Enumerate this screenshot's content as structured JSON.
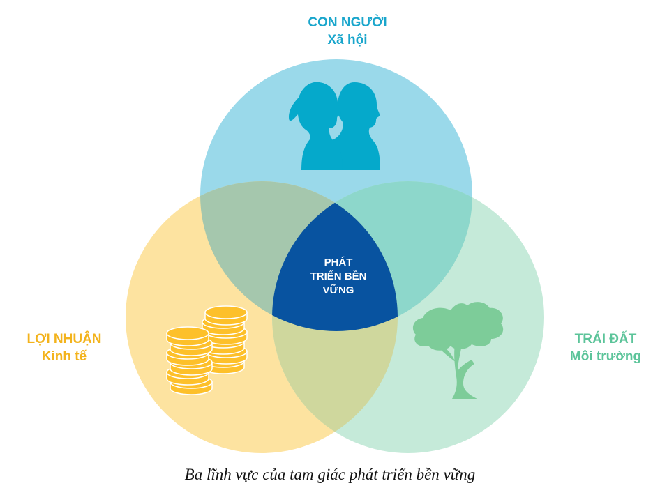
{
  "circles": {
    "people": {
      "title": "CON NGƯỜI",
      "subtitle": "Xã hội",
      "color": "#9ad9ea",
      "label_color": "#1aa6cc",
      "icon": "people-silhouette-icon",
      "icon_color": "#05a9cb"
    },
    "profit": {
      "title": "LỢI NHUẬN",
      "subtitle": "Kinh tế",
      "color": "#fde3a0",
      "label_color": "#f3b31c",
      "icon": "coin-stack-icon",
      "icon_color": "#fdc02a"
    },
    "planet": {
      "title": "TRÁI ĐẤT",
      "subtitle": "Môi trường",
      "color": "#c5ead9",
      "label_color": "#5cc49a",
      "icon": "tree-icon",
      "icon_color": "#7dcc99"
    }
  },
  "overlaps": {
    "people_profit": "#a5c7ad",
    "people_planet": "#8dd7cb",
    "profit_planet": "#cfd79d"
  },
  "center": {
    "lines": [
      "PHÁT",
      "TRIỂN BỀN",
      "VỮNG"
    ],
    "color": "#0853a0"
  },
  "caption": "Ba lĩnh vực của tam giác phát triển bền vững"
}
